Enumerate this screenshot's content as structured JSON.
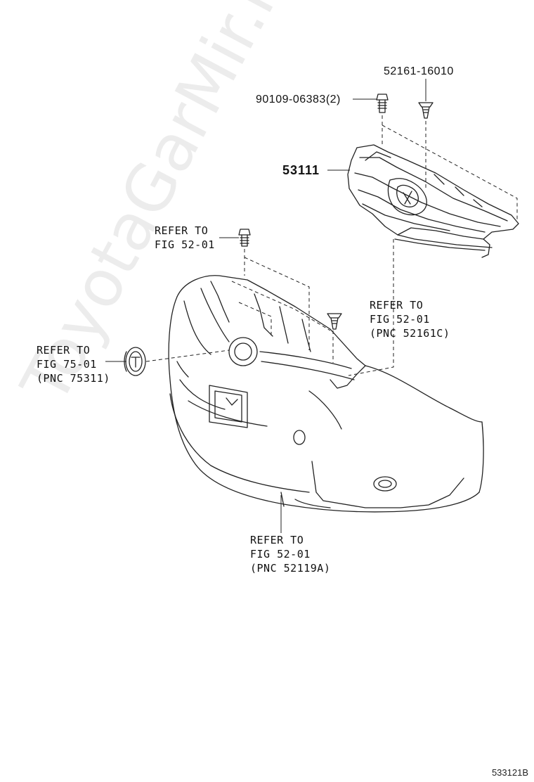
{
  "diagram": {
    "callouts": {
      "clip_part": "52161-16010",
      "bolt_part": "90109-06383(2)",
      "grille_part": "53111",
      "refer_upper_1": "REFER TO",
      "refer_upper_2": "FIG 52-01",
      "refer_right_1": "REFER TO",
      "refer_right_2": "FIG 52-01",
      "refer_right_3": "(PNC 52161C)",
      "refer_emblem_1": "REFER TO",
      "refer_emblem_2": "FIG 75-01",
      "refer_emblem_3": "(PNC 75311)",
      "refer_bumper_1": "REFER TO",
      "refer_bumper_2": "FIG 52-01",
      "refer_bumper_3": "(PNC 52119A)"
    },
    "figure_code": "533121B",
    "watermark": "ToyotaGarMir.ru"
  }
}
